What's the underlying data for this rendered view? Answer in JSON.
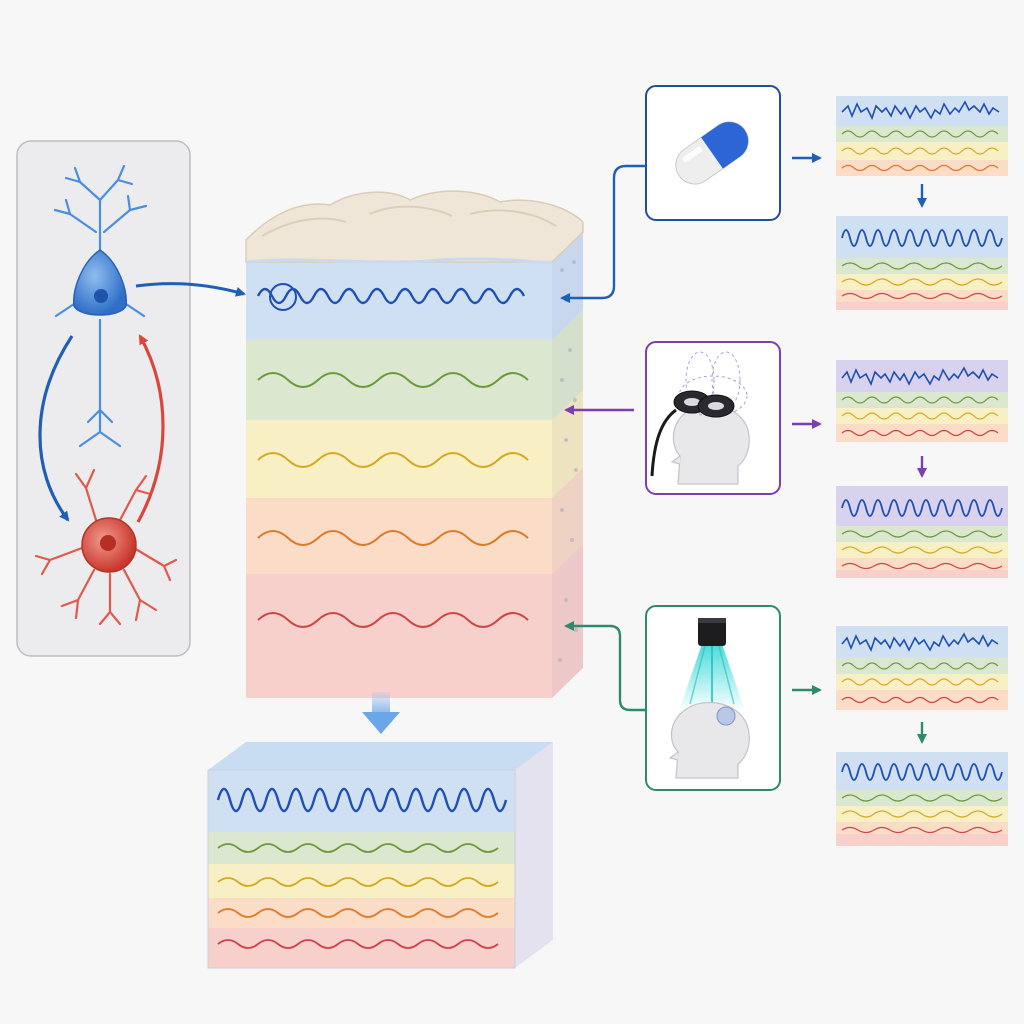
{
  "colors": {
    "background": "#f7f7f8",
    "neuron_excitatory": "#3b7fd4",
    "neuron_inhibitory": "#d9473a",
    "arrow_blue": "#1f5fb5",
    "arrow_red": "#d9473a",
    "arrow_purple": "#7a3fb0",
    "arrow_green": "#2e8a6a",
    "layer_1": "#cfe0f3",
    "layer_2": "#dbe8cf",
    "layer_3": "#f8efc4",
    "layer_4": "#fbdcc6",
    "layer_5": "#f7cfcb",
    "wave_blue": "#1f4fb0",
    "wave_green": "#6a9a3a",
    "wave_yellow": "#d2aa22",
    "wave_orange": "#dc7a2a",
    "wave_red": "#cc4545"
  },
  "icons": {
    "neurons": "neuron-circuit-icon",
    "pharmacology": "capsule-icon",
    "magnetic_stimulation": "tms-coil-head-icon",
    "light_stimulation": "light-beam-head-icon"
  },
  "cortex_layers": [
    "layer-1",
    "layer-2",
    "layer-3",
    "layer-4",
    "layer-5"
  ],
  "interventions": [
    {
      "id": "pharmacology",
      "icon": "capsule-icon",
      "color": "arrow_blue"
    },
    {
      "id": "magnetic",
      "icon": "tms-coil-head-icon",
      "color": "arrow_purple"
    },
    {
      "id": "light",
      "icon": "light-beam-head-icon",
      "color": "arrow_green"
    }
  ]
}
